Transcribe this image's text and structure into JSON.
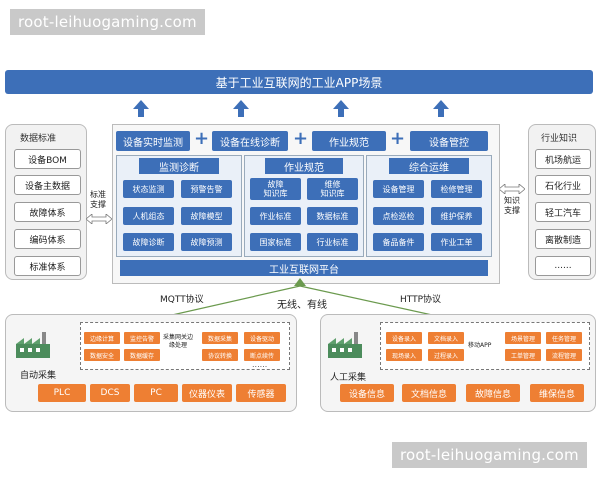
{
  "watermark": "root-leihuogaming.com",
  "top_title": "基于工业互联网的工业APP场景",
  "left_panel": {
    "title": "数据标准",
    "items": [
      "设备BOM",
      "设备主数据",
      "故障体系",
      "编码体系",
      "标准体系"
    ]
  },
  "right_panel": {
    "title": "行业知识",
    "items": [
      "机场航运",
      "石化行业",
      "轻工汽车",
      "离散制造",
      "......"
    ]
  },
  "left_connector": [
    "标准",
    "支撑"
  ],
  "right_connector": [
    "知识",
    "支撑"
  ],
  "top_row": [
    "设备实时监测",
    "设备在线诊断",
    "作业规范",
    "设备管控"
  ],
  "plus_symbol": "+",
  "groups": [
    {
      "title": "监测诊断",
      "items": [
        "状态监测",
        "预警告警",
        "人机组态",
        "故障模型",
        "故障诊断",
        "故障预测"
      ]
    },
    {
      "title": "作业规范",
      "items": [
        "故障\n知识库",
        "维修\n知识库",
        "作业标准",
        "数据标准",
        "国家标准",
        "行业标准"
      ]
    },
    {
      "title": "综合运维",
      "items": [
        "设备管理",
        "检修管理",
        "点检巡检",
        "维护保养",
        "备品备件",
        "作业工单"
      ]
    }
  ],
  "platform_label": "工业互联网平台",
  "protocols": {
    "left": "MQTT协议",
    "center": "无线、有线",
    "right": "HTTP协议"
  },
  "bottom_left": {
    "title": "自动采集",
    "gateway_label": [
      "采集网关边",
      "缘处理"
    ],
    "gateway_items": [
      "边缘计算",
      "监控告警",
      "数据安全",
      "数据缓存",
      "数据采集",
      "设备驱动",
      "协议转换",
      "断点续传"
    ],
    "sources": [
      "PLC",
      "DCS",
      "PC",
      "仪器仪表",
      "传感器"
    ],
    "ellipsis": "......"
  },
  "bottom_right": {
    "title": "人工采集",
    "app_label": "移动APP",
    "app_items": [
      "设备录入",
      "文档录入",
      "现场录入",
      "过程录入",
      "场景管理",
      "任务管理",
      "工单管理",
      "流程管理"
    ],
    "sources": [
      "设备信息",
      "文档信息",
      "故障信息",
      "维保信息"
    ]
  },
  "colors": {
    "blue": "#3d6fb8",
    "orange": "#ee7f33",
    "panel": "#f2f2f2"
  }
}
